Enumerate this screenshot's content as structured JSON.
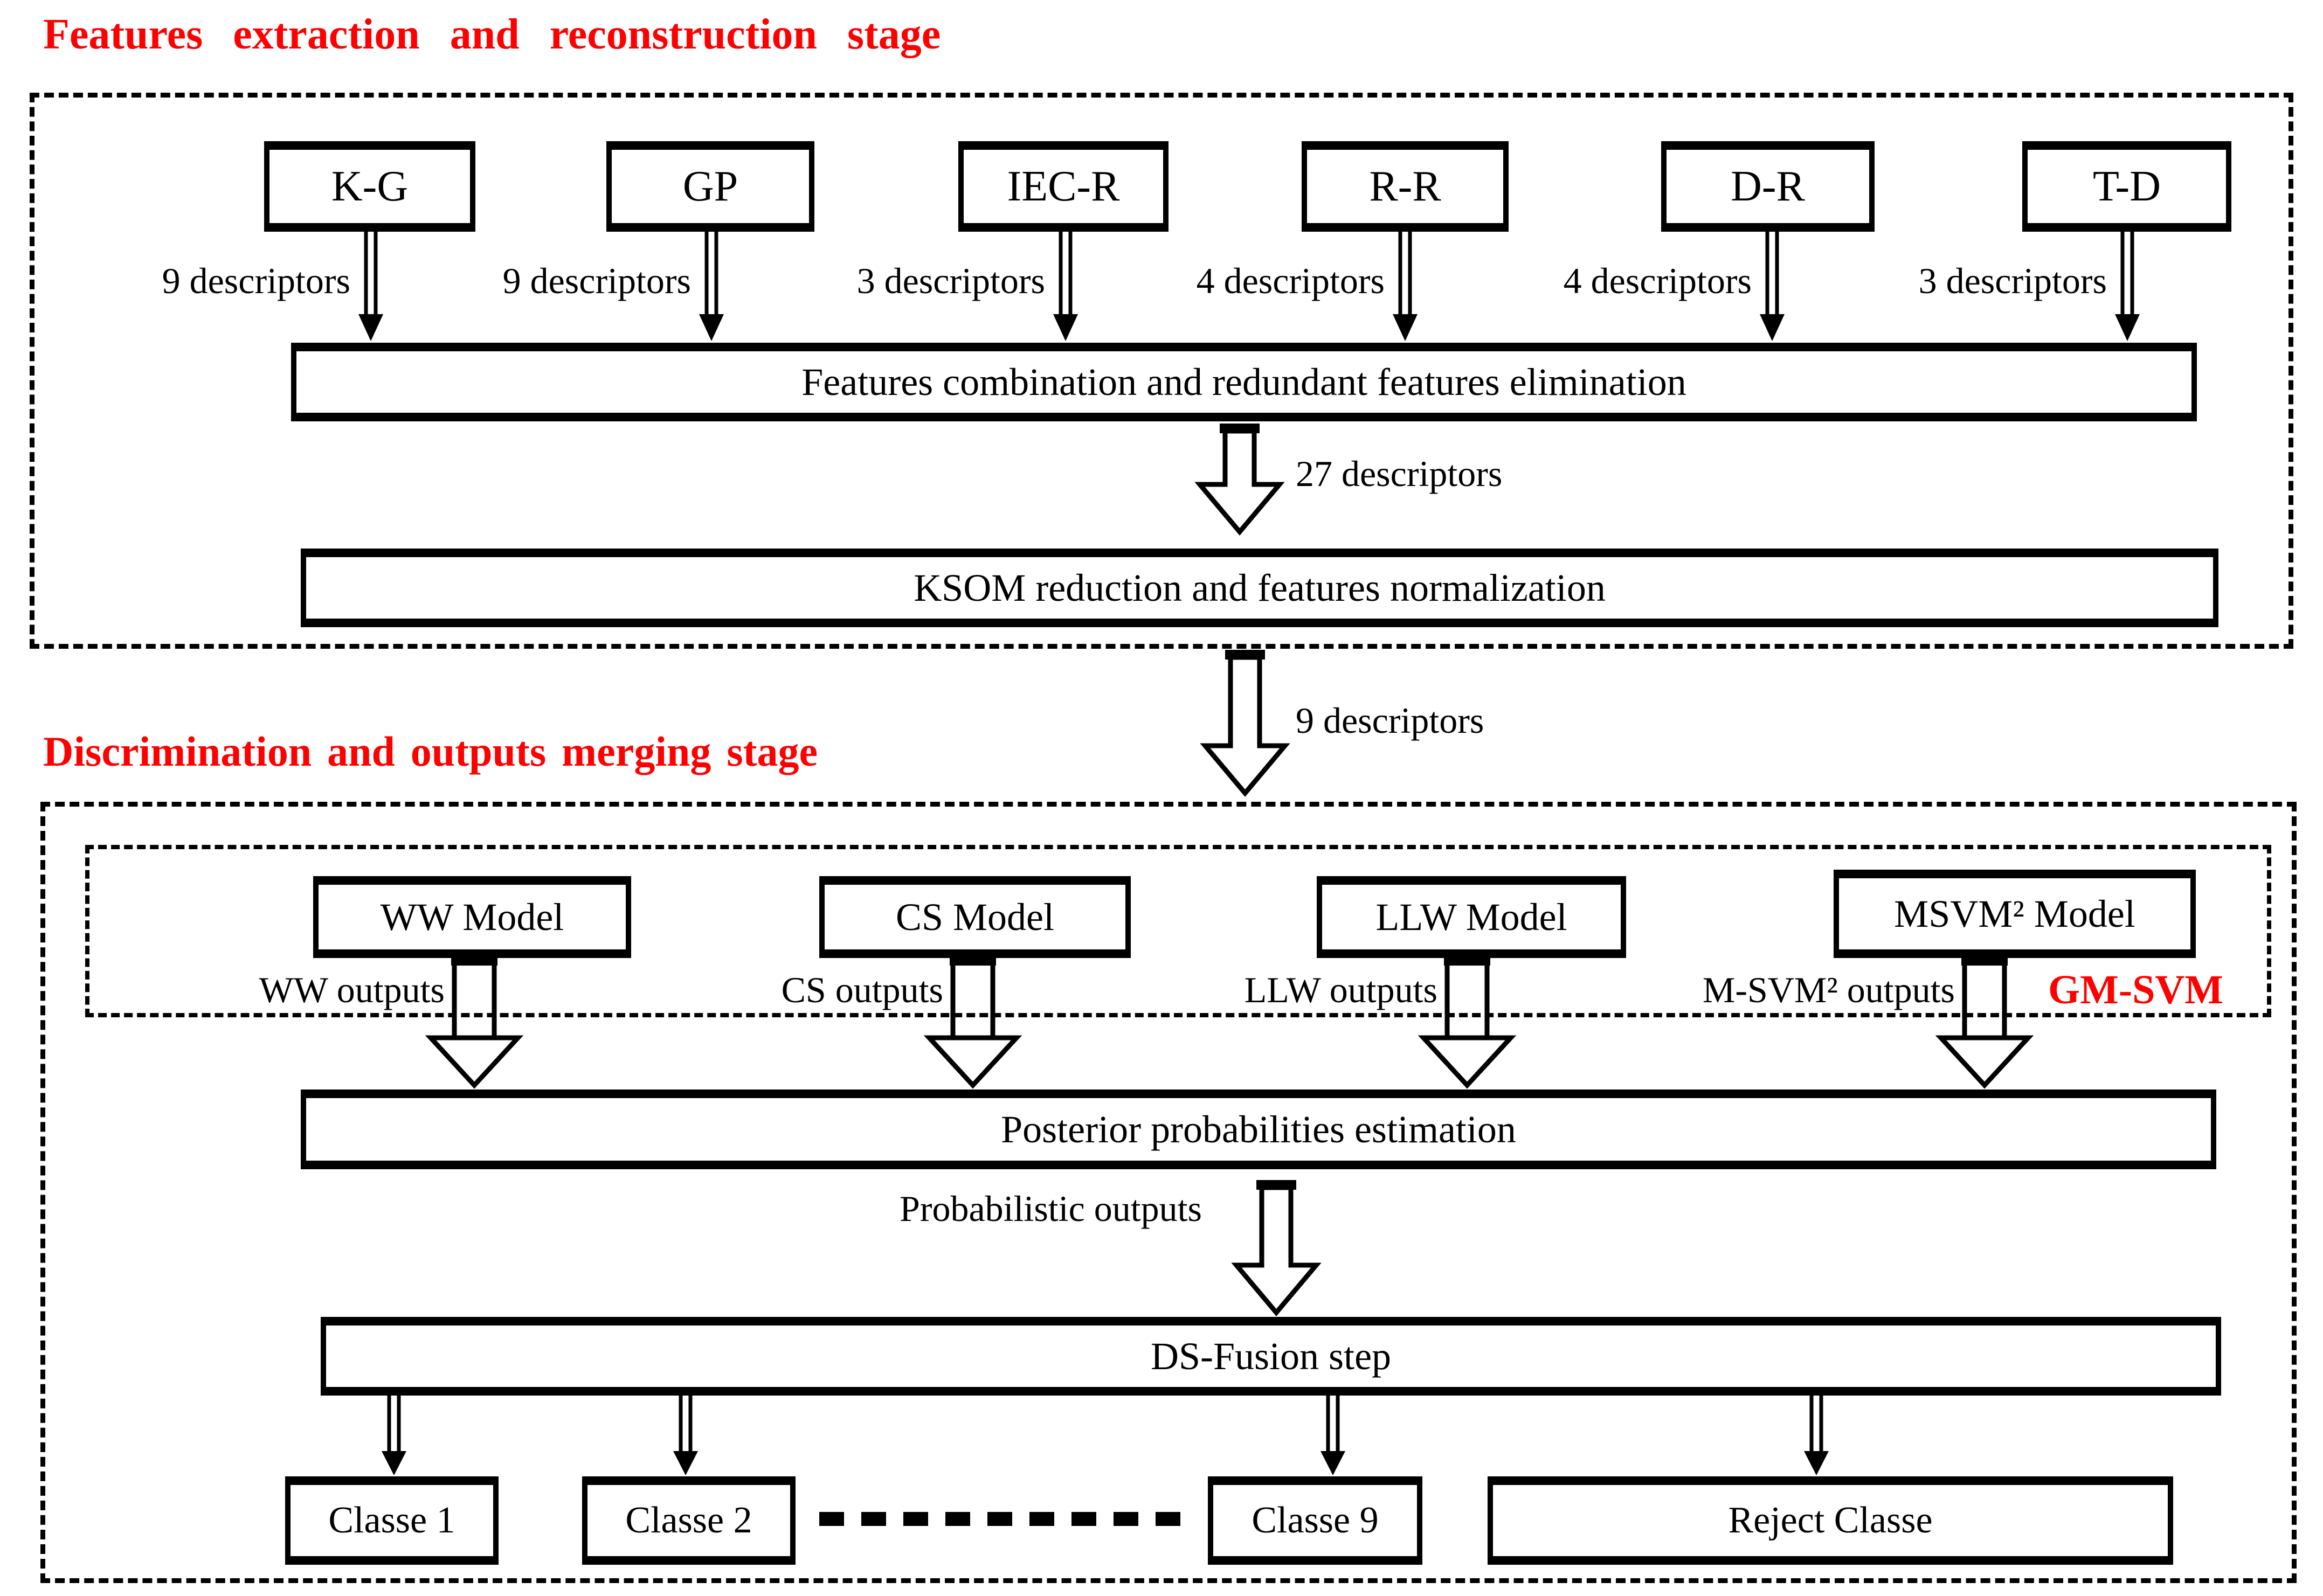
{
  "stage1": {
    "title": "Features extraction and reconstruction stage",
    "sources": [
      {
        "label": "K-G",
        "descriptors": "9 descriptors"
      },
      {
        "label": "GP",
        "descriptors": "9 descriptors"
      },
      {
        "label": "IEC-R",
        "descriptors": "3 descriptors"
      },
      {
        "label": "R-R",
        "descriptors": "4 descriptors"
      },
      {
        "label": "D-R",
        "descriptors": "4 descriptors"
      },
      {
        "label": "T-D",
        "descriptors": "3 descriptors"
      }
    ],
    "combination_box_label": "Features combination and redundant features elimination",
    "combination_output_label": "27 descriptors",
    "ksom_box_label": "KSOM reduction and features normalization",
    "ksom_output_label": "9 descriptors"
  },
  "stage2": {
    "title": "Discrimination and outputs merging stage",
    "models": [
      {
        "label": "WW Model",
        "output": "WW outputs"
      },
      {
        "label": "CS Model",
        "output": "CS outputs"
      },
      {
        "label": "LLW Model",
        "output": "LLW outputs"
      },
      {
        "label": "MSVM² Model",
        "output": "M-SVM² outputs"
      }
    ],
    "group_label": "GM-SVM",
    "posterior_box_label": "Posterior probabilities estimation",
    "posterior_output_label": "Probabilistic outputs",
    "fusion_box_label": "DS-Fusion step",
    "classes": [
      "Classe 1",
      "Classe 2",
      "Classe 9",
      "Reject Classe"
    ]
  },
  "colors": {
    "accent_red": "#FF0000",
    "line_black": "#000000",
    "background": "#FFFFFF"
  }
}
